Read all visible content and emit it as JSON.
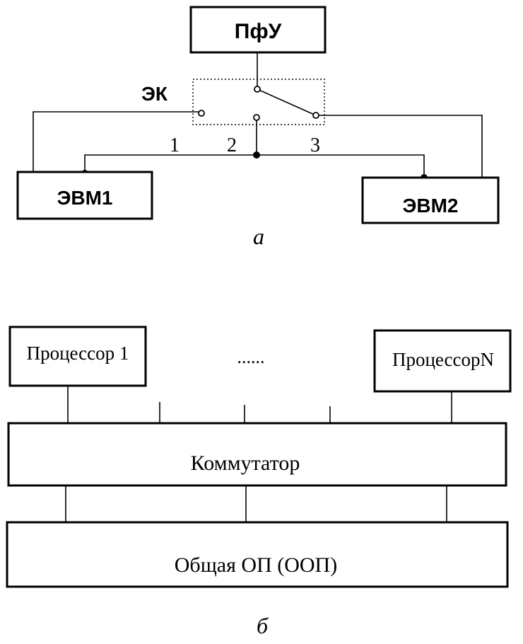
{
  "diagram_a": {
    "pfu_label": "ПфУ",
    "switch_label": "ЭК",
    "contact_1": "1",
    "contact_2": "2",
    "contact_3": "3",
    "computer_1": "ЭВМ1",
    "computer_2": "ЭВМ2",
    "caption": "а"
  },
  "diagram_b": {
    "processor_1": "Процессор 1",
    "ellipsis": "......",
    "processor_n": "ПроцессорN",
    "switch": "Коммутатор",
    "memory": "Общая ОП (ООП)",
    "caption": "б"
  }
}
